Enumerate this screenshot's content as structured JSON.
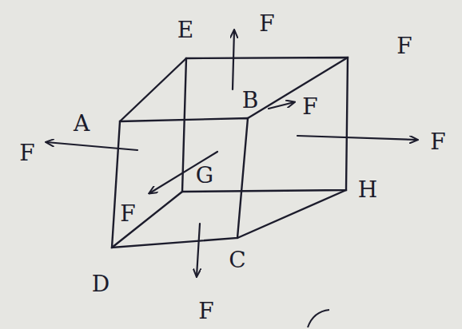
{
  "diagram": {
    "labels": [
      "E",
      "F",
      "F",
      "A",
      "B",
      "F",
      "F",
      "F",
      "G",
      "F",
      "H",
      "D",
      "C",
      "F"
    ]
  }
}
